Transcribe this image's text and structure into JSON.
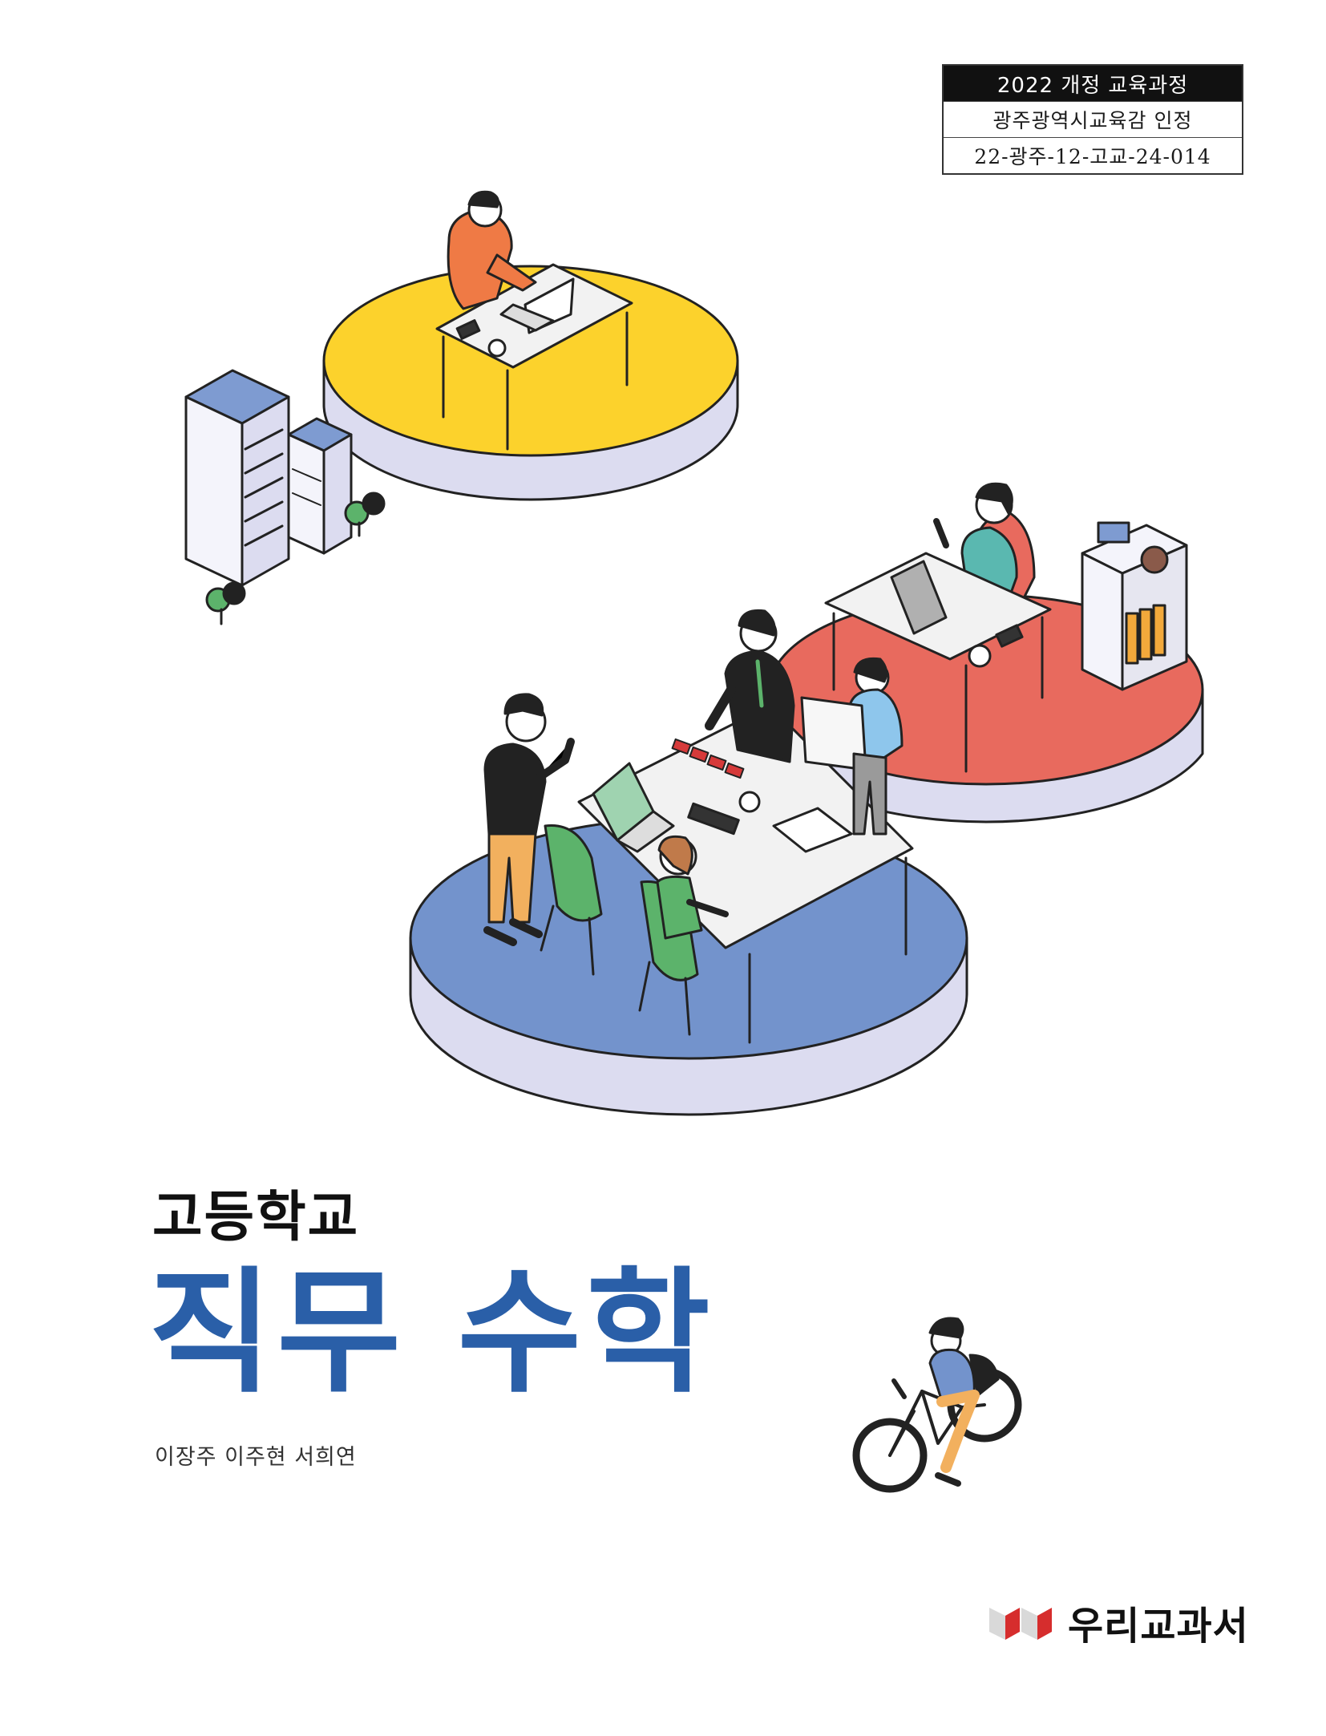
{
  "cert": {
    "curriculum": "2022 개정 교육과정",
    "approval": "광주광역시교육감 인정",
    "number": "22-광주-12-고교-24-014"
  },
  "cover": {
    "school_level": "고등학교",
    "subject": "직무 수학",
    "authors": "이장주 이주현 서희연"
  },
  "publisher": {
    "name": "우리교과서",
    "logo": "publisher-logo",
    "logo_colors": [
      "#d62d2d",
      "#d9d9d9"
    ]
  },
  "illustration": {
    "icons": [
      "office-workers-illustration",
      "cyclist-illustration"
    ],
    "colors": {
      "yellow_platform": "#fcd22c",
      "red_platform": "#e86a5e",
      "blue_platform": "#7393cc",
      "platform_side": "#dcdcf0",
      "server": "#7e9bd1"
    }
  }
}
